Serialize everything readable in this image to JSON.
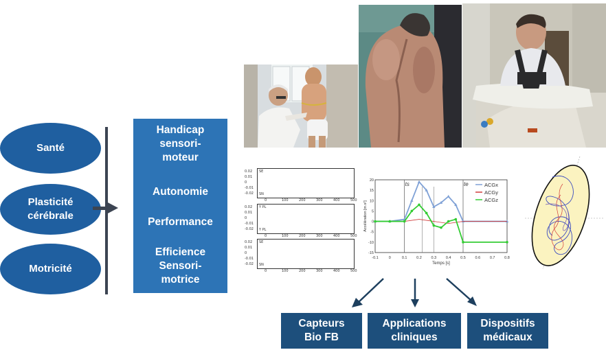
{
  "left_ellipses": [
    {
      "label": "Santé"
    },
    {
      "label_line1": "Plasticité",
      "label_line2": "cérébrale"
    },
    {
      "label": "Motricité"
    }
  ],
  "center_box": {
    "item1_line1": "Handicap",
    "item1_line2": "sensori-",
    "item1_line3": "moteur",
    "item2": "Autonomie",
    "item3": "Performance",
    "item4_line1": "Efficience",
    "item4_line2": "Sensori-",
    "item4_line3": "motrice"
  },
  "bottom_boxes": [
    {
      "line1": "Capteurs",
      "line2": "Bio FB"
    },
    {
      "line1": "Applications",
      "line2": "cliniques"
    },
    {
      "line1": "Dispositifs",
      "line2": "médicaux"
    }
  ],
  "small_plots": {
    "x_ticks": [
      "0",
      "100",
      "200",
      "300",
      "400",
      "500"
    ],
    "y_ticks": [
      "0.02",
      "0.01",
      "0",
      "-0.01",
      "-0.02"
    ],
    "label_top": [
      "SE",
      "SE"
    ],
    "label_mid": [
      "Y  PL",
      "Y  PL"
    ],
    "label_bot": [
      "SN",
      "SN"
    ]
  },
  "chart_data": {
    "type": "line",
    "ylabel": "Accélération [m.s²]",
    "xlabel": "Temps [s]",
    "x_ticks": [
      "-0.1",
      "0",
      "0.1",
      "0.2",
      "0.3",
      "0.4",
      "0.5",
      "0.6",
      "0.7",
      "0.8"
    ],
    "y_ticks": [
      "20",
      "15",
      "10",
      "5",
      "0",
      "-5",
      "-10",
      "-15"
    ],
    "xlim": [
      -0.1,
      0.8
    ],
    "ylim": [
      -15,
      20
    ],
    "markers": [
      {
        "label": "ts",
        "x": 0.1
      },
      {
        "label": "te",
        "x": 0.5
      }
    ],
    "legend_position": "top-right",
    "series": [
      {
        "name": "ACGx",
        "color": "#7fa1d6",
        "x": [
          -0.1,
          0.0,
          0.1,
          0.15,
          0.2,
          0.25,
          0.3,
          0.35,
          0.4,
          0.45,
          0.5,
          0.8
        ],
        "y": [
          0,
          0,
          1,
          10,
          19,
          15,
          7,
          9,
          12,
          8,
          0,
          0
        ]
      },
      {
        "name": "ACGy",
        "color": "#d03a3a",
        "x": [
          -0.1,
          0.0,
          0.1,
          0.2,
          0.3,
          0.4,
          0.5,
          0.55,
          0.8
        ],
        "y": [
          0,
          0,
          0,
          1,
          0,
          -1,
          0,
          0,
          0
        ]
      },
      {
        "name": "ACGz",
        "color": "#33cc33",
        "x": [
          -0.1,
          0.0,
          0.1,
          0.15,
          0.2,
          0.25,
          0.3,
          0.35,
          0.4,
          0.45,
          0.5,
          0.8
        ],
        "y": [
          0,
          0,
          0,
          5,
          8,
          4,
          -2,
          -3,
          0,
          1,
          -10,
          -10
        ]
      }
    ]
  }
}
